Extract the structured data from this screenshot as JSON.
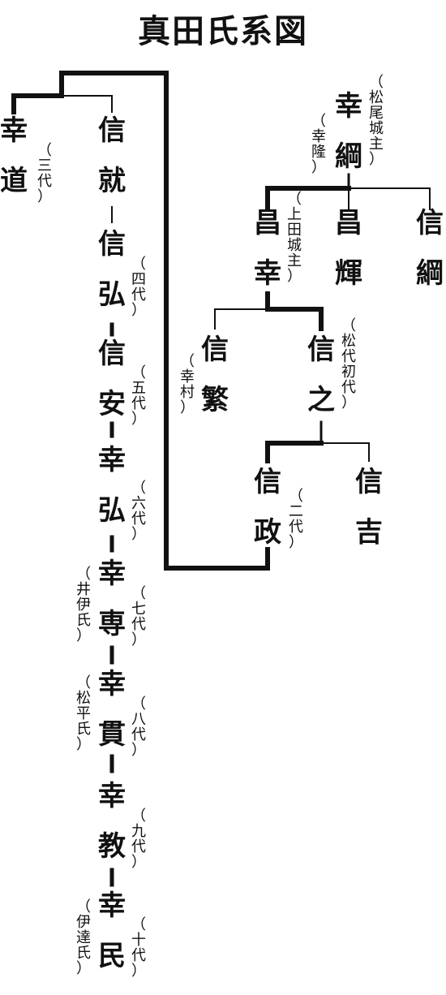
{
  "title": "真田氏系図",
  "people": {
    "yukimichi": {
      "name": [
        "幸",
        "道"
      ],
      "note": [
        "（",
        "三",
        "代",
        "）"
      ]
    },
    "nobunari": {
      "name": [
        "信",
        "就"
      ]
    },
    "nobuhiro": {
      "name": [
        "信",
        "弘"
      ],
      "note": [
        "（",
        "四",
        "代",
        "）"
      ]
    },
    "nobuyasu": {
      "name": [
        "信",
        "安"
      ],
      "note": [
        "（",
        "五",
        "代",
        "）"
      ]
    },
    "yukihiro": {
      "name": [
        "幸",
        "弘"
      ],
      "note": [
        "（",
        "六",
        "代",
        "）"
      ]
    },
    "yukitaka": {
      "name": [
        "幸",
        "専"
      ],
      "note": [
        "（",
        "七",
        "代",
        "）"
      ],
      "origin": [
        "（",
        "井",
        "伊",
        "氏",
        "）"
      ]
    },
    "yukitsura": {
      "name": [
        "幸",
        "貫"
      ],
      "note": [
        "（",
        "八",
        "代",
        "）"
      ],
      "origin": [
        "（",
        "松",
        "平",
        "氏",
        "）"
      ]
    },
    "yukinori": {
      "name": [
        "幸",
        "教"
      ],
      "note": [
        "（",
        "九",
        "代",
        "）"
      ]
    },
    "yukitami": {
      "name": [
        "幸",
        "民"
      ],
      "note": [
        "（",
        "十",
        "代",
        "）"
      ],
      "origin": [
        "（",
        "伊",
        "達",
        "氏",
        "）"
      ]
    },
    "yukitsuna": {
      "name": [
        "幸",
        "綱"
      ],
      "note": [
        "（",
        "松",
        "尾",
        "城",
        "主",
        "）"
      ],
      "alias": [
        "（",
        "幸",
        "隆",
        "）"
      ]
    },
    "masayuki": {
      "name": [
        "昌",
        "幸"
      ],
      "note": [
        "（",
        "上",
        "田",
        "城",
        "主",
        "）"
      ]
    },
    "masateru": {
      "name": [
        "昌",
        "輝"
      ]
    },
    "nobutsuna": {
      "name": [
        "信",
        "綱"
      ]
    },
    "nobushige": {
      "name": [
        "信",
        "繁"
      ],
      "alias": [
        "（",
        "幸",
        "村",
        "）"
      ]
    },
    "nobuyuki": {
      "name": [
        "信",
        "之"
      ],
      "note": [
        "（",
        "松",
        "代",
        "初",
        "代",
        "）"
      ]
    },
    "nobumasa": {
      "name": [
        "信",
        "政"
      ],
      "note": [
        "（",
        "二",
        "代",
        "）"
      ]
    },
    "nobuyoshi": {
      "name": [
        "信",
        "吉"
      ]
    }
  }
}
